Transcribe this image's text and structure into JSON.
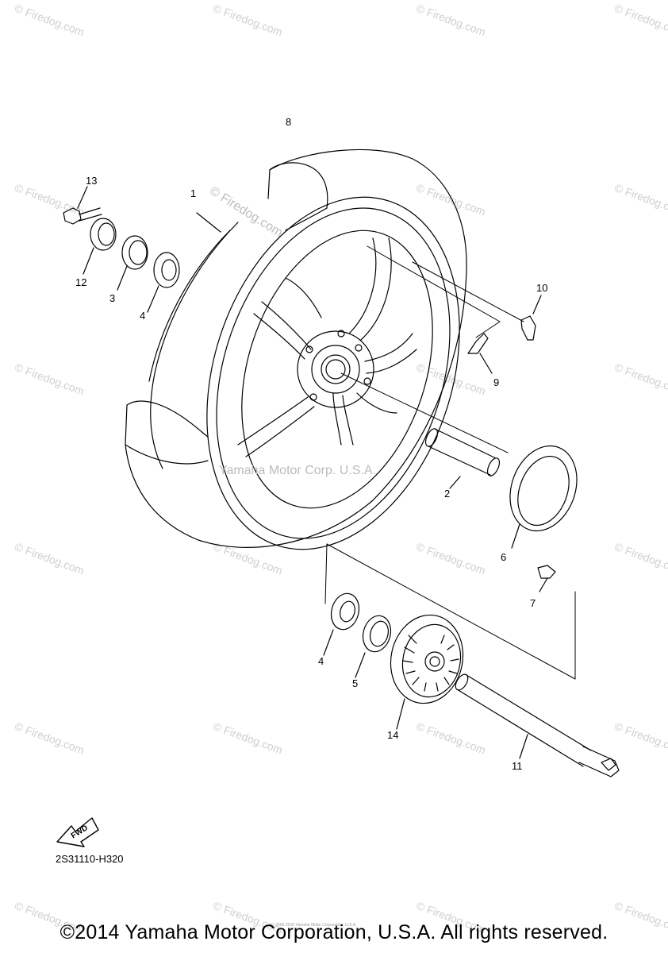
{
  "watermark": "© Firedog.com",
  "center_watermark": "© Firedog.com",
  "ghost_watermark": "Yamaha Motor Corp. U.S.A.",
  "callouts": [
    "8",
    "13",
    "1",
    "12",
    "3",
    "4",
    "10",
    "9",
    "2",
    "6",
    "7",
    "4",
    "5",
    "14",
    "11"
  ],
  "fwd_label": "FWD",
  "part_code": "2S31110-H320",
  "tiny_note": "(c) 2005-2015 Yamaha Motor Corporation, U.S.A.",
  "copyright": "©2014 Yamaha Motor Corporation, U.S.A. All rights reserved.",
  "colors": {
    "line": "#000000",
    "watermark": "#cfcfcf",
    "background": "#ffffff"
  }
}
